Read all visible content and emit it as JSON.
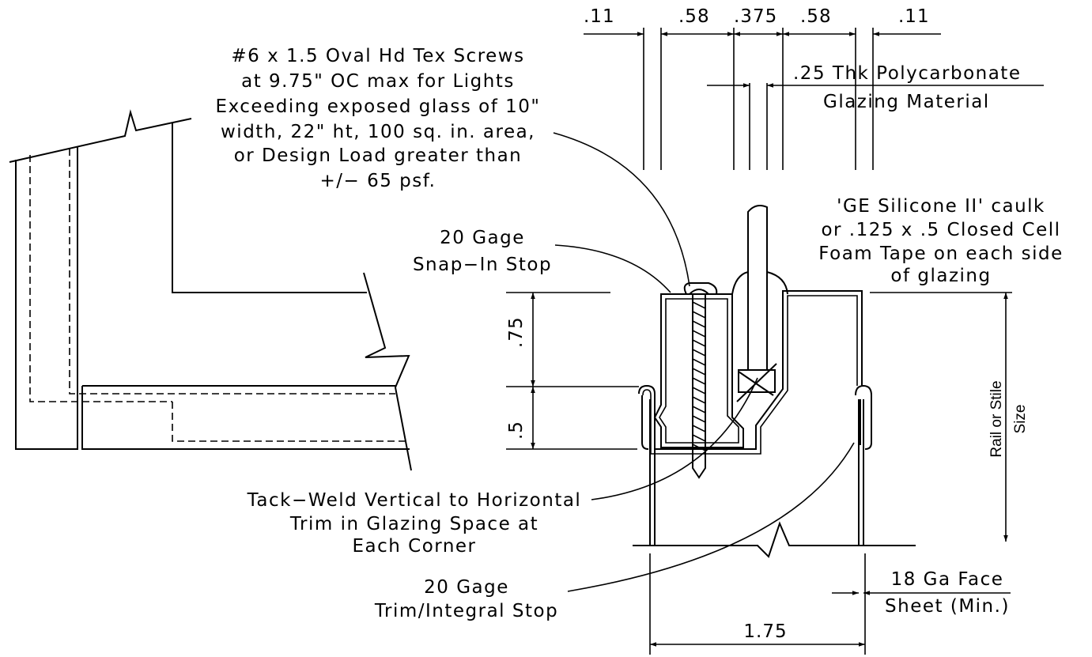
{
  "top_dimensions": [
    ".11",
    ".58",
    ".375",
    ".58",
    ".11"
  ],
  "callouts": {
    "polycarbonate": [
      ".25 Thk Polycarbonate",
      "Glazing Material"
    ],
    "screws": [
      "#6 x 1.5 Oval Hd Tex Screws",
      "at 9.75\" OC max for Lights",
      "Exceeding exposed glass of 10\"",
      "width, 22\" ht, 100 sq. in. area,",
      "or Design Load greater than",
      "+/− 65 psf."
    ],
    "snap_in_stop": [
      "20 Gage",
      "Snap−In Stop"
    ],
    "caulk": [
      "'GE Silicone II' caulk",
      "or .125 x .5 Closed Cell",
      "Foam Tape on each side",
      "of glazing"
    ],
    "tack_weld": [
      "Tack−Weld Vertical to Horizontal",
      "Trim in Glazing Space at",
      "Each Corner"
    ],
    "trim_stop": [
      "20 Gage",
      "Trim/Integral Stop"
    ],
    "face_sheet": [
      "18 Ga Face",
      "Sheet (Min.)"
    ]
  },
  "vertical_dimensions": [
    ".75",
    ".5"
  ],
  "rail_label": [
    "Rail or Stile",
    "Size"
  ],
  "bottom_dimension": "1.75"
}
